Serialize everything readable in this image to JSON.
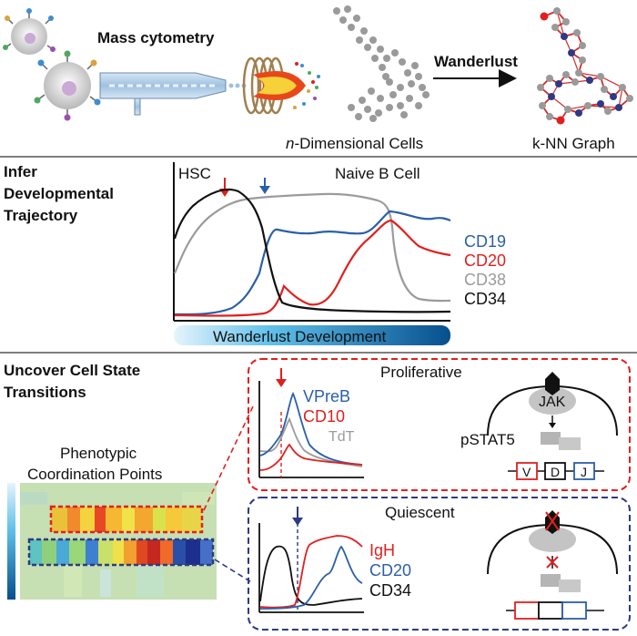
{
  "header": {
    "mass_cytometry": "Mass cytometry",
    "wanderlust": "Wanderlust",
    "n_letter": "n",
    "n_dim_cells": "-Dimensional Cells",
    "knn_graph": "k-NN Graph"
  },
  "section1": {
    "title_line1": "Infer",
    "title_line2": "Developmental",
    "title_line3": "Trajectory",
    "hsc_label": "HSC",
    "naive_b_label": "Naive B Cell",
    "axis_label": "Wanderlust Development",
    "legend": [
      {
        "name": "CD19",
        "color": "#2b5fa8"
      },
      {
        "name": "CD20",
        "color": "#e0201f"
      },
      {
        "name": "CD38",
        "color": "#9b9b9b"
      },
      {
        "name": "CD34",
        "color": "#111111"
      }
    ]
  },
  "section2": {
    "title_line1": "Uncover Cell State",
    "title_line2": "Transitions",
    "pheno_line1": "Phenotypic",
    "pheno_line2": "Coordination Points",
    "proliferative": {
      "title": "Proliferative",
      "legend": [
        {
          "name": "VPreB",
          "color": "#2b5fa8"
        },
        {
          "name": "CD10",
          "color": "#e0201f"
        },
        {
          "name": "TdT",
          "color": "#9b9b9b"
        }
      ],
      "jak": "JAK",
      "pstat5": "pSTAT5",
      "genes": [
        "V",
        "D",
        "J"
      ]
    },
    "quiescent": {
      "title": "Quiescent",
      "legend": [
        {
          "name": "IgH",
          "color": "#e0201f"
        },
        {
          "name": "CD20",
          "color": "#2b5fa8"
        },
        {
          "name": "CD34",
          "color": "#111111"
        }
      ]
    }
  },
  "colors": {
    "red": "#e0201f",
    "blue": "#2b5fa8",
    "navy": "#2e3a84",
    "gray": "#9b9b9b"
  }
}
